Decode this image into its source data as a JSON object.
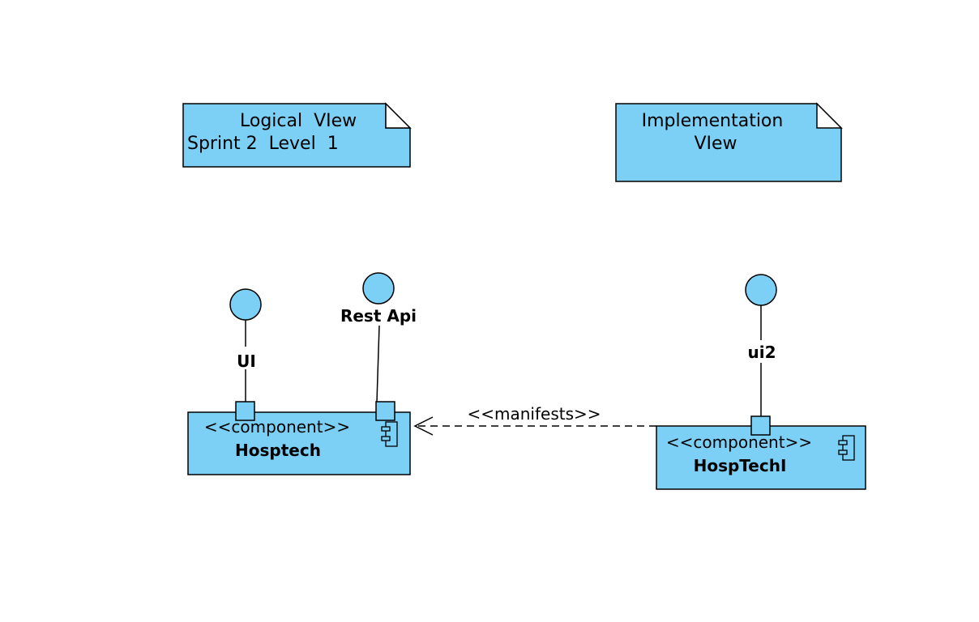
{
  "colors": {
    "fill": "#7ccff5",
    "stroke": "#000000",
    "background": "#ffffff"
  },
  "notes": {
    "logical": {
      "line1": "Logical  VIew",
      "line2": "Sprint 2  Level  1"
    },
    "implementation": {
      "line1": "Implementation",
      "line2": "VIew"
    }
  },
  "components": {
    "hosptech": {
      "stereotype": "<<component>>",
      "name": "Hosptech",
      "icon": "component-icon"
    },
    "hosptechi": {
      "stereotype": "<<component>>",
      "name": "HospTechI",
      "icon": "component-icon"
    }
  },
  "interfaces": {
    "ui": {
      "label": "UI"
    },
    "rest_api": {
      "label": "Rest Api"
    },
    "ui2": {
      "label": "ui2"
    }
  },
  "relations": {
    "manifests": {
      "label": "<<manifests>>",
      "style": "dashed",
      "arrow": "open"
    }
  }
}
